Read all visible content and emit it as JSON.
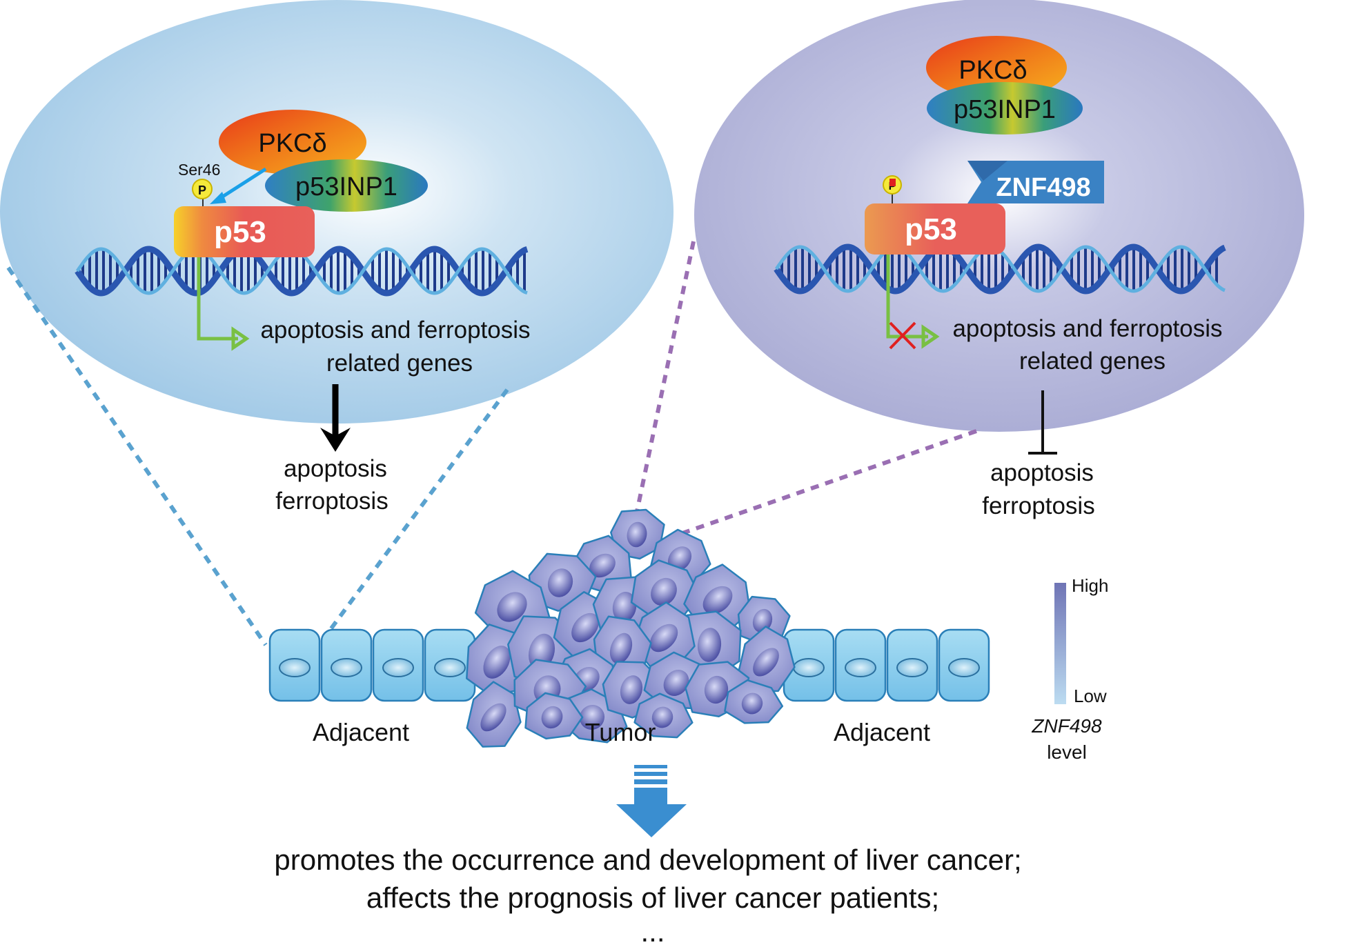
{
  "left_panel": {
    "pkc": "PKCδ",
    "p53inp1": "p53INP1",
    "ser46": "Ser46",
    "phospho": "P",
    "p53": "p53",
    "genes_line1": "apoptosis and ferroptosis",
    "genes_line2": "related genes",
    "outcome_line1": "apoptosis",
    "outcome_line2": "ferroptosis"
  },
  "right_panel": {
    "pkc": "PKCδ",
    "p53inp1": "p53INP1",
    "znf": "ZNF498",
    "phospho": "P",
    "p53": "p53",
    "genes_line1": "apoptosis and ferroptosis",
    "genes_line2": "related genes",
    "outcome_line1": "apoptosis",
    "outcome_line2": "ferroptosis"
  },
  "tissue": {
    "adjacent_left": "Adjacent",
    "tumor": "Tumor",
    "adjacent_right": "Adjacent"
  },
  "legend": {
    "high": "High",
    "low": "Low",
    "gene": "ZNF498",
    "level": "level"
  },
  "conclusion": {
    "line1": "promotes the occurrence and development of liver cancer;",
    "line2": "affects the prognosis of liver cancer patients;",
    "line3": "..."
  },
  "colors": {
    "left_ellipse": "#a9cde8",
    "right_ellipse": "#aeb0d6",
    "p53": "#e85a55",
    "adjacent_cell": "#8fd0ee",
    "tumor_cell": "#9a9fd6",
    "arrow_blue": "#3a8ed0"
  }
}
